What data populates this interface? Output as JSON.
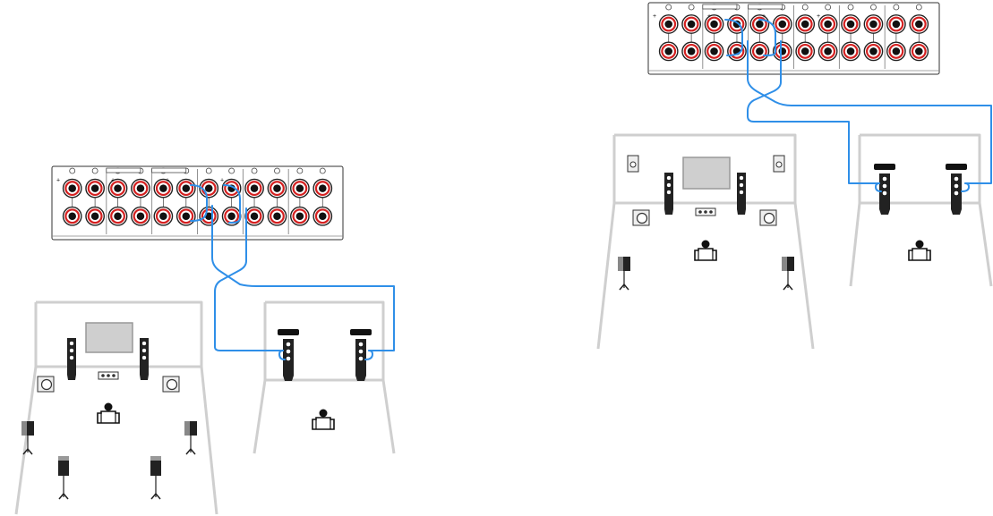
{
  "colors": {
    "wire": "#2f8fe8",
    "room_outline": "#cfcfcf",
    "terminal_ring": "#d42020",
    "speaker": "#222222",
    "panel_stroke": "#333333"
  },
  "diagrams": [
    {
      "panel_terminal_pairs": 6,
      "panel_plus_marks": 4,
      "main_room": {
        "floor_standing_fronts": 2,
        "center": 1,
        "subwoofers": 2,
        "surrounds": 2,
        "surround_backs": 2,
        "listener": 1,
        "tv": 1
      },
      "zone_room": {
        "bi_wired_speakers": 2,
        "listener": 1
      }
    },
    {
      "panel_terminal_pairs": 6,
      "panel_plus_marks": 4,
      "main_room": {
        "presence_speakers": 2,
        "floor_standing_fronts": 2,
        "center": 1,
        "subwoofers": 2,
        "surrounds": 2,
        "listener": 1,
        "tv": 1
      },
      "zone_room": {
        "bi_wired_speakers": 2,
        "listener": 1
      }
    }
  ]
}
